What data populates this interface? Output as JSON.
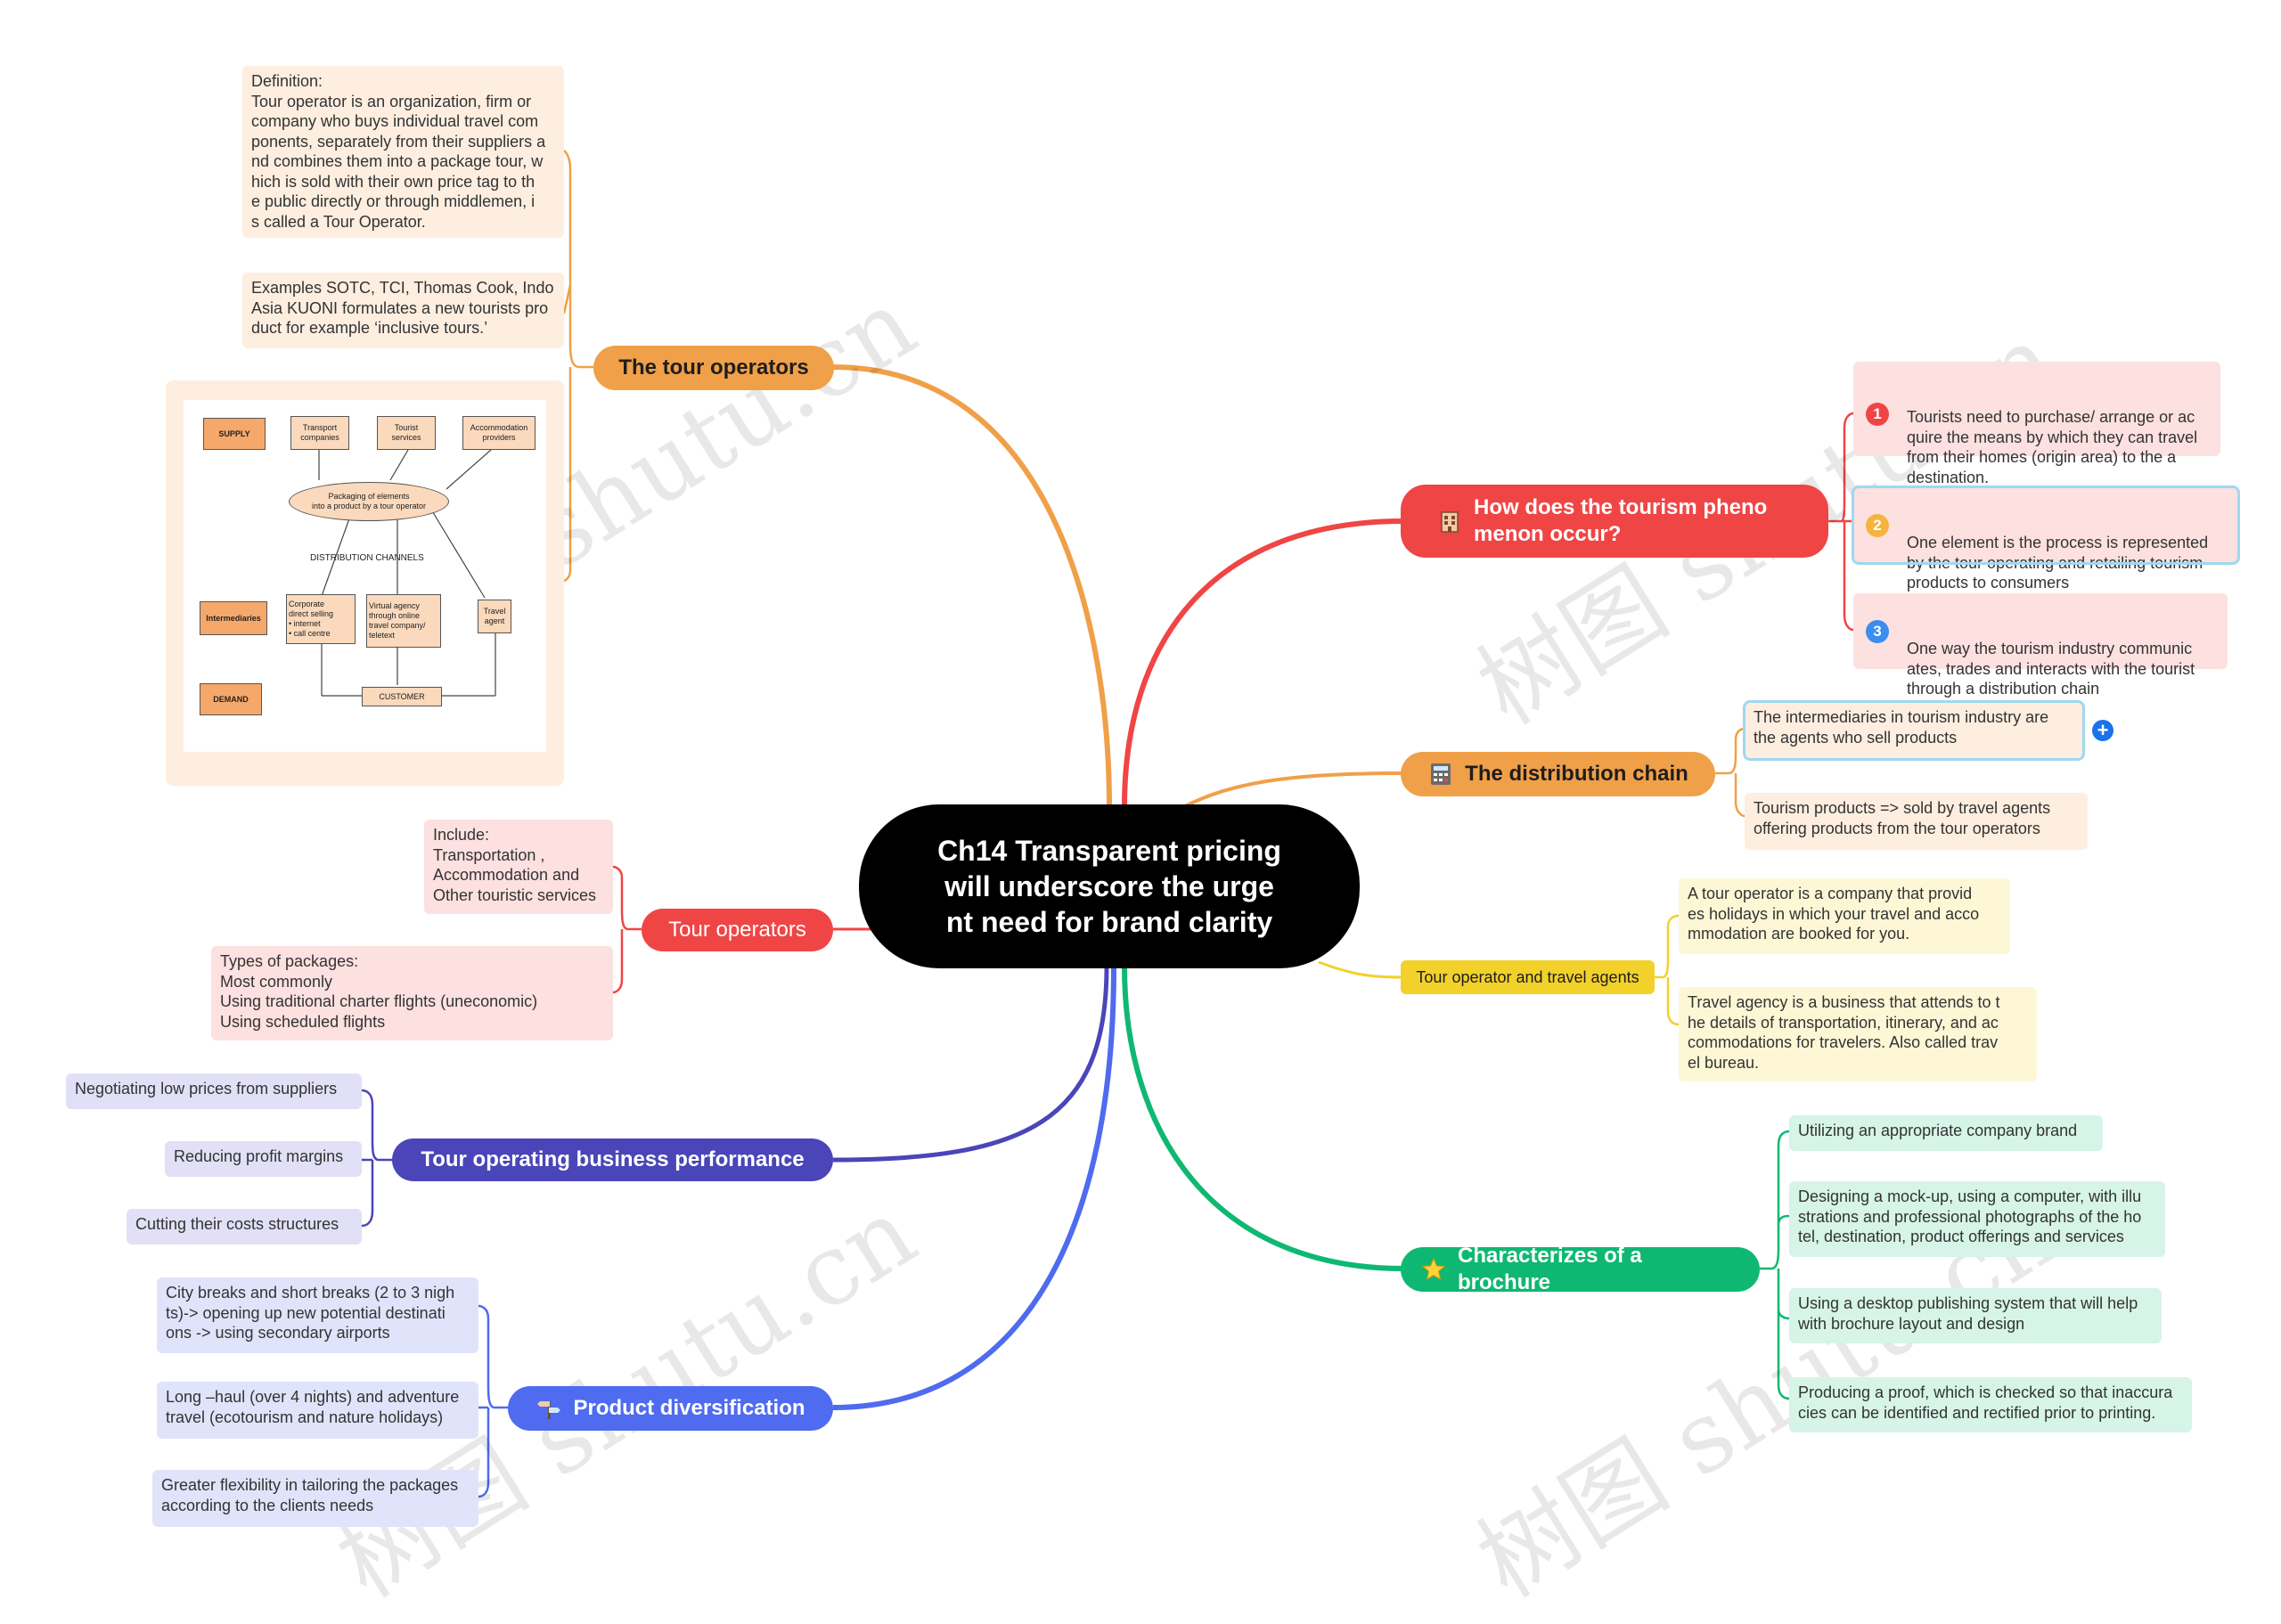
{
  "colors": {
    "center": "#000000",
    "orange": "#f0a048",
    "red": "#f04545",
    "yellow": "#f2d12a",
    "green": "#0fb872",
    "navy": "#4a45b8",
    "blue": "#4f6bef",
    "leaf_orange": "#fdeee0",
    "leaf_red": "#fde0e0",
    "leaf_yellow": "#fdf7d6",
    "leaf_green": "#d6f4e7",
    "leaf_purple": "#e1e0f6",
    "leaf_blue": "#dfe4fb"
  },
  "center": {
    "title": "Ch14 Transparent pricing\n will underscore the urge\nnt need for brand clarity"
  },
  "topics": {
    "tour_operators_top": "The tour operators",
    "tourism_phenomenon": "How does the tourism pheno\nmenon occur?",
    "distribution_chain": "The distribution chain",
    "operator_and_agents": "Tour operator and travel agents",
    "brochure": "Characterizes of a brochure",
    "tour_operators_mid": "Tour operators",
    "business_performance": "Tour operating business performance",
    "product_diversification": "Product diversification"
  },
  "leaves": {
    "definition": "Definition:\nTour operator is an organization, firm or\ncompany who buys individual travel com\nponents, separately from their suppliers a\nnd combines them into a package tour, w\nhich is sold with their own price tag to th\ne public directly or through middlemen, i\ns called a Tour Operator.",
    "examples": "Examples SOTC, TCI, Thomas Cook, Indo\nAsia KUONI formulates a new tourists pro\nduct for example ‘inclusive tours.’",
    "phen_1": "Tourists need to purchase/ arrange or ac\nquire the means by which they can travel\n from their homes  (origin area) to the a\ndestination.",
    "phen_2": "One element is the process is represented\nby the tour operating and retailing tourism\n products to consumers",
    "phen_3": "One way the tourism industry communic\nates, trades and interacts with the tourist\nthrough a distribution chain",
    "dist_1": "The intermediaries in tourism industry are\nthe agents who sell products",
    "dist_2": "Tourism products => sold by travel agents\noffering products from the tour operators",
    "agent_1": "A tour operator is a company that provid\nes holidays in which your travel and acco\nmmodation are booked for you.",
    "agent_2": "Travel agency  is a business that attends to t\nhe details of transportation, itinerary, and ac\ncommodations for travelers. Also called trav\nel bureau.",
    "bro_1": "Utilizing an appropriate company brand",
    "bro_2": "Designing a mock-up, using a computer, with illu\nstrations and professional photographs of the ho\ntel, destination, product offerings and services",
    "bro_3": "Using a desktop publishing system that will help\nwith brochure layout and design",
    "bro_4": "Producing a proof, which is checked so that inaccura\ncies can be identified and rectified prior to printing.",
    "op_1": "Include:\nTransportation ,\nAccommodation and\nOther touristic services",
    "op_2": "Types of packages:\nMost commonly\nUsing traditional charter flights (uneconomic)\nUsing scheduled flights",
    "perf_1": "Negotiating low prices from suppliers",
    "perf_2": "Reducing profit margins",
    "perf_3": "Cutting their costs structures",
    "div_1": "City breaks  and short breaks (2 to 3 nigh\nts)-> opening up new potential destinati\nons -> using secondary airports",
    "div_2": "Long –haul (over 4 nights) and adventure\n travel (ecotourism and nature holidays)",
    "div_3": "Greater flexibility in tailoring the packages\n according to the clients needs"
  },
  "badges": [
    "1",
    "2",
    "3"
  ],
  "icons": {
    "tourism_phenomenon": "hotel-icon",
    "distribution_chain": "calculator-icon",
    "brochure": "star-icon",
    "product_diversification": "signpost-icon",
    "dist_1_action": "plus-icon"
  },
  "diagram": {
    "supply": "SUPPLY",
    "intermediaries": "Intermediaries",
    "demand": "DEMAND",
    "transport": "Transport\ncompanies",
    "tourist_services": "Tourist\nservices",
    "accommodation": "Accommodation\nproviders",
    "packaging": "Packaging of elements\ninto a product by a tour operator",
    "channels": "DISTRIBUTION CHANNELS",
    "corporate": "Corporate\ndirect selling\n•  internet\n•  call centre",
    "virtual": "Virtual agency\nthrough online\ntravel company/\nteletext",
    "travel_agent": "Travel\nagent",
    "customer": "CUSTOMER"
  },
  "watermark": "树图 shutu.cn"
}
